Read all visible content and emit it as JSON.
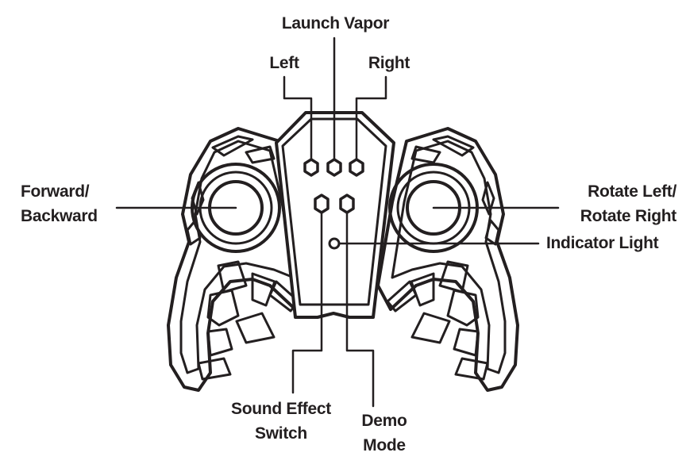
{
  "labels": {
    "launch_vapor": "Launch Vapor",
    "left": "Left",
    "right": "Right",
    "forward_backward": [
      "Forward/",
      "Backward"
    ],
    "rotate": [
      "Rotate Left/",
      "Rotate Right"
    ],
    "indicator_light": "Indicator Light",
    "sound_effect_switch": [
      "Sound Effect",
      "Switch"
    ],
    "demo_mode": [
      "Demo",
      "Mode"
    ]
  },
  "colors": {
    "stroke": "#231f20",
    "fill": "#ffffff"
  }
}
